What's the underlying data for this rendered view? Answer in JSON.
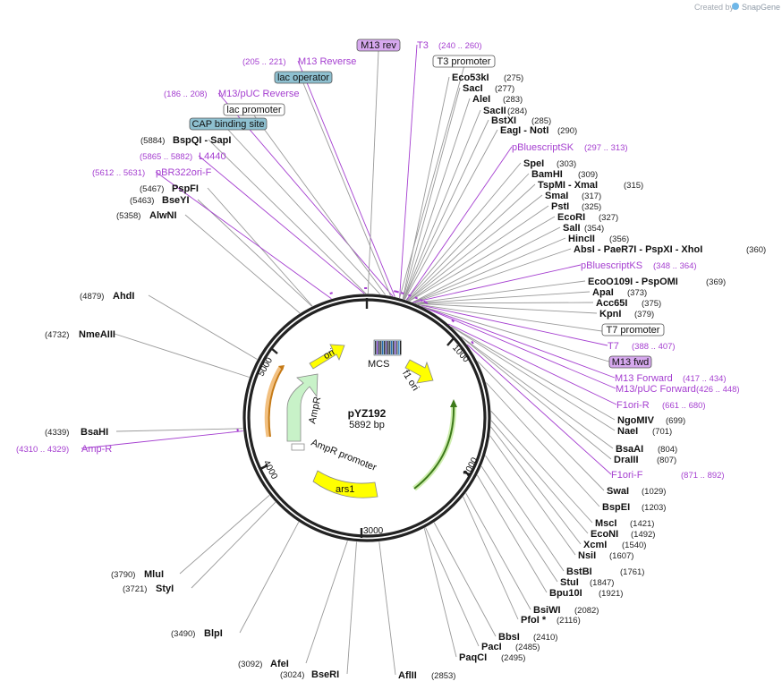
{
  "credit": {
    "prefix": "Created by",
    "brand": "SnapGene"
  },
  "plasmid": {
    "name": "pYZ192",
    "length_label": "5892 bp",
    "length": 5892
  },
  "ticks": [
    "1000",
    "2000",
    "3000",
    "4000",
    "5000"
  ],
  "features": {
    "ori": "ori",
    "mcs": "MCS",
    "f1_ori": "f1 ori",
    "ampr": "AmpR",
    "ampr_promoter": "AmpR promoter",
    "ars1": "ars1"
  },
  "boxed": [
    {
      "key": "m13rev",
      "text": "M13 rev",
      "pos": 9
    },
    {
      "key": "lacop",
      "text": "lac operator",
      "pos": 180
    },
    {
      "key": "lacprom",
      "text": "lac promoter",
      "pos": 140
    },
    {
      "key": "cap",
      "text": "CAP binding site",
      "pos": 100
    },
    {
      "key": "t3prom",
      "text": "T3 promoter",
      "pos": 250
    },
    {
      "key": "t7prom",
      "text": "T7 promoter",
      "pos": 395
    },
    {
      "key": "m13fwd",
      "text": "M13 fwd",
      "pos": 430
    }
  ],
  "primers": [
    {
      "key": "t3",
      "name": "T3",
      "range": "(240 .. 260)",
      "pos": 250
    },
    {
      "key": "m13reverse",
      "name": "M13 Reverse",
      "range": "(205 .. 221)",
      "pos": 213
    },
    {
      "key": "m13pucrev",
      "name": "M13/pUC Reverse",
      "range": "(186 .. 208)",
      "pos": 197
    },
    {
      "key": "l4440",
      "name": "L4440",
      "range": "(5865 .. 5882)",
      "pos": 5873
    },
    {
      "key": "pbr322",
      "name": "pBR322ori-F",
      "range": "(5612 .. 5631)",
      "pos": 5621
    },
    {
      "key": "pbsk",
      "name": "pBluescriptSK",
      "range": "(297 .. 313)",
      "pos": 305
    },
    {
      "key": "pbks",
      "name": "pBluescriptKS",
      "range": "(348 .. 364)",
      "pos": 356
    },
    {
      "key": "t7",
      "name": "T7",
      "range": "(388 .. 407)",
      "pos": 397
    },
    {
      "key": "m13forward",
      "name": "M13 Forward",
      "range": "(417 .. 434)",
      "pos": 425
    },
    {
      "key": "m13pucfwd",
      "name": "M13/pUC Forward",
      "range": "(426 .. 448)",
      "pos": 437
    },
    {
      "key": "f1orir",
      "name": "F1ori-R",
      "range": "(661 .. 680)",
      "pos": 670
    },
    {
      "key": "f1orif",
      "name": "F1ori-F",
      "range": "(871 .. 892)",
      "pos": 881
    },
    {
      "key": "ampr_p",
      "name": "Amp-R",
      "range": "(4310 .. 4329)",
      "pos": 4320
    }
  ],
  "enzymes_right": [
    {
      "text": "Eco53kI",
      "pos": "(275)",
      "n": 275
    },
    {
      "text": "SacI",
      "pos": "(277)",
      "n": 277
    },
    {
      "text": "AleI",
      "pos": "(283)",
      "n": 283
    },
    {
      "text": "SacII",
      "pos": "(284)",
      "n": 284
    },
    {
      "text": "BstXI",
      "pos": "(285)",
      "n": 285
    },
    {
      "text": "EagI - NotI",
      "pos": "(290)",
      "n": 290
    },
    {
      "text": "SpeI",
      "pos": "(303)",
      "n": 303
    },
    {
      "text": "BamHI",
      "pos": "(309)",
      "n": 309
    },
    {
      "text": "TspMI - XmaI",
      "pos": "(315)",
      "n": 315
    },
    {
      "text": "SmaI",
      "pos": "(317)",
      "n": 317
    },
    {
      "text": "PstI",
      "pos": "(325)",
      "n": 325
    },
    {
      "text": "EcoRI",
      "pos": "(327)",
      "n": 327
    },
    {
      "text": "SalI",
      "pos": "(354)",
      "n": 354
    },
    {
      "text": "HincII",
      "pos": "(356)",
      "n": 356
    },
    {
      "text": "AbsI - PaeR7I - PspXI - XhoI",
      "pos": "(360)",
      "n": 360
    },
    {
      "text": "EcoO109I - PspOMI",
      "pos": "(369)",
      "n": 369
    },
    {
      "text": "ApaI",
      "pos": "(373)",
      "n": 373
    },
    {
      "text": "Acc65I",
      "pos": "(375)",
      "n": 375
    },
    {
      "text": "KpnI",
      "pos": "(379)",
      "n": 379
    },
    {
      "text": "NgoMIV",
      "pos": "(699)",
      "n": 699
    },
    {
      "text": "NaeI",
      "pos": "(701)",
      "n": 701
    },
    {
      "text": "BsaAI",
      "pos": "(804)",
      "n": 804
    },
    {
      "text": "DraIII",
      "pos": "(807)",
      "n": 807
    },
    {
      "text": "SwaI",
      "pos": "(1029)",
      "n": 1029
    },
    {
      "text": "BspEI",
      "pos": "(1203)",
      "n": 1203
    },
    {
      "text": "MscI",
      "pos": "(1421)",
      "n": 1421
    },
    {
      "text": "EcoNI",
      "pos": "(1492)",
      "n": 1492
    },
    {
      "text": "XcmI",
      "pos": "(1540)",
      "n": 1540
    },
    {
      "text": "NsiI",
      "pos": "(1607)",
      "n": 1607
    },
    {
      "text": "BstBI",
      "pos": "(1761)",
      "n": 1761
    },
    {
      "text": "StuI",
      "pos": "(1847)",
      "n": 1847
    },
    {
      "text": "Bpu10I",
      "pos": "(1921)",
      "n": 1921
    },
    {
      "text": "BsiWI",
      "pos": "(2082)",
      "n": 2082
    },
    {
      "text": "PfoI *",
      "pos": "(2116)",
      "n": 2116
    },
    {
      "text": "BbsI",
      "pos": "(2410)",
      "n": 2410
    },
    {
      "text": "PacI",
      "pos": "(2485)",
      "n": 2485
    },
    {
      "text": "PaqCI",
      "pos": "(2495)",
      "n": 2495
    },
    {
      "text": "AflII",
      "pos": "(2853)",
      "n": 2853
    }
  ],
  "enzymes_left": [
    {
      "text": "BseRI",
      "pos": "(3024)",
      "n": 3024
    },
    {
      "text": "AfeI",
      "pos": "(3092)",
      "n": 3092
    },
    {
      "text": "BlpI",
      "pos": "(3490)",
      "n": 3490
    },
    {
      "text": "StyI",
      "pos": "(3721)",
      "n": 3721
    },
    {
      "text": "MluI",
      "pos": "(3790)",
      "n": 3790
    },
    {
      "text": "BsaHI",
      "pos": "(4339)",
      "n": 4339
    },
    {
      "text": "NmeAIII",
      "pos": "(4732)",
      "n": 4732
    },
    {
      "text": "AhdI",
      "pos": "(4879)",
      "n": 4879
    },
    {
      "text": "AlwNI",
      "pos": "(5358)",
      "n": 5358
    },
    {
      "text": "BseYI",
      "pos": "(5463)",
      "n": 5463
    },
    {
      "text": "PspFI",
      "pos": "(5467)",
      "n": 5467
    },
    {
      "text": "BspQI - SapI",
      "pos": "(5884)",
      "n": 5884
    }
  ],
  "colors": {
    "primer": "#a53fd0",
    "box_purple": "#d6a8ee",
    "box_teal": "#8ec0d0",
    "ori_yellow": "#ffff00",
    "ampr_green": "#c8f2c8",
    "leader_gray": "#999999"
  }
}
